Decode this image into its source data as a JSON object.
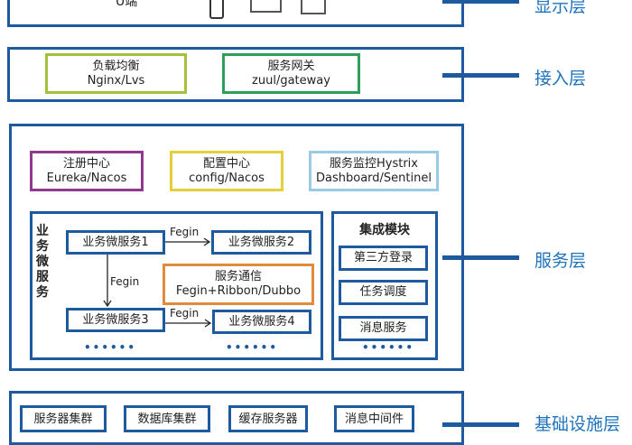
{
  "display_layer": {
    "label": "显示层",
    "client_text": "U端"
  },
  "access_layer": {
    "label": "接入层",
    "items": [
      {
        "title": "负载均衡",
        "sub": "Nginx/Lvs",
        "color": "#a4c13c"
      },
      {
        "title": "服务网关",
        "sub": "zuul/gateway",
        "color": "#2e9e5a"
      }
    ]
  },
  "service_layer": {
    "label": "服务层",
    "top": [
      {
        "title": "注册中心",
        "sub": "Eureka/Nacos",
        "color": "#8e3a8e"
      },
      {
        "title": "配置中心",
        "sub": "config/Nacos",
        "color": "#e6cf3a"
      },
      {
        "title": "服务监控Hystrix",
        "sub": "Dashboard/Sentinel",
        "color": "#9ccbe8"
      }
    ],
    "business": {
      "label": "业务微服务",
      "services": [
        "业务微服务1",
        "业务微服务2",
        "业务微服务3",
        "业务微服务4"
      ],
      "arrow_label": "Fegin",
      "comm": {
        "title": "服务通信",
        "sub": "Fegin+Ribbon/Dubbo",
        "color": "#e08a3c"
      },
      "dots": "••••••"
    },
    "integration": {
      "title": "集成模块",
      "items": [
        "第三方登录",
        "任务调度",
        "消息服务"
      ],
      "dots": "••••••"
    }
  },
  "infra_layer": {
    "label": "基础设施层",
    "items": [
      "服务器集群",
      "数据库集群",
      "缓存服务器",
      "消息中间件"
    ]
  }
}
